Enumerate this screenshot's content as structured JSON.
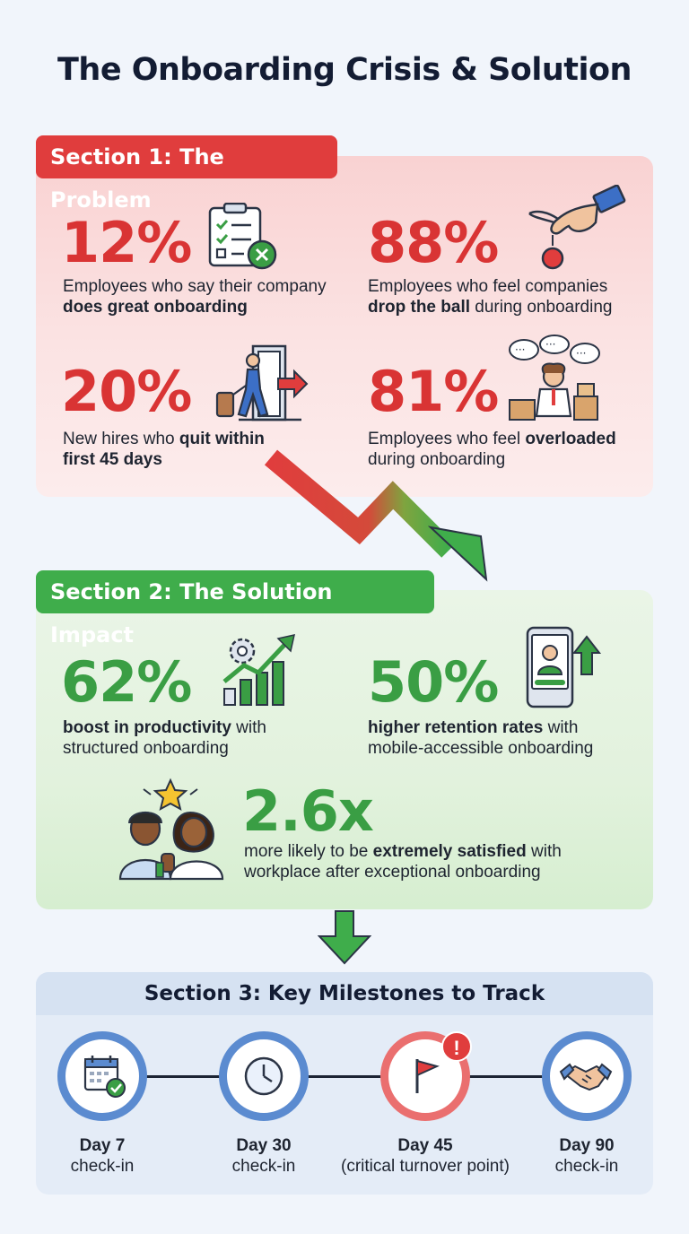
{
  "title": "The Onboarding Crisis & Solution",
  "section1": {
    "tab": "Section 1: The Problem",
    "stats": [
      {
        "value": "12%",
        "pre": "Employees who say their company ",
        "bold": "does great onboarding",
        "post": "",
        "icon": "checklist-x-icon"
      },
      {
        "value": "88%",
        "pre": "Employees who feel companies ",
        "bold": "drop the ball",
        "post": " during onboarding",
        "icon": "hand-dropping-ball-icon"
      },
      {
        "value": "20%",
        "pre": "New hires who ",
        "bold": "quit within first 45 days",
        "post": "",
        "icon": "person-leaving-door-icon"
      },
      {
        "value": "81%",
        "pre": "Employees who feel ",
        "bold": "overloaded",
        "post": " during onboarding",
        "icon": "stressed-person-icon"
      }
    ]
  },
  "section2": {
    "tab": "Section 2: The Solution Impact",
    "stats": [
      {
        "value": "62%",
        "pre": "",
        "bold": "boost in productivity",
        "post": " with structured onboarding",
        "icon": "growth-chart-gear-icon"
      },
      {
        "value": "50%",
        "pre": "",
        "bold": "higher retention rates",
        "post": " with mobile-accessible onboarding",
        "icon": "mobile-user-up-icon"
      },
      {
        "value": "2.6x",
        "pre": "more likely to be ",
        "bold": "extremely satisfied",
        "post": " with workplace after exceptional onboarding",
        "icon": "happy-employees-icon"
      }
    ]
  },
  "section3": {
    "heading": "Section 3: Key Milestones to Track",
    "milestones": [
      {
        "day": "Day 7",
        "note": "check-in",
        "icon": "calendar-check-icon"
      },
      {
        "day": "Day 30",
        "note": "check-in",
        "icon": "clock-icon"
      },
      {
        "day": "Day 45",
        "note": "(critical turnover point)",
        "icon": "flag-alert-icon"
      },
      {
        "day": "Day 90",
        "note": "check-in",
        "icon": "handshake-icon"
      }
    ]
  },
  "colors": {
    "problem": "#d93434",
    "solution": "#3a9e44",
    "milestone": "#5b8bd0",
    "critical": "#ea6f6f"
  }
}
